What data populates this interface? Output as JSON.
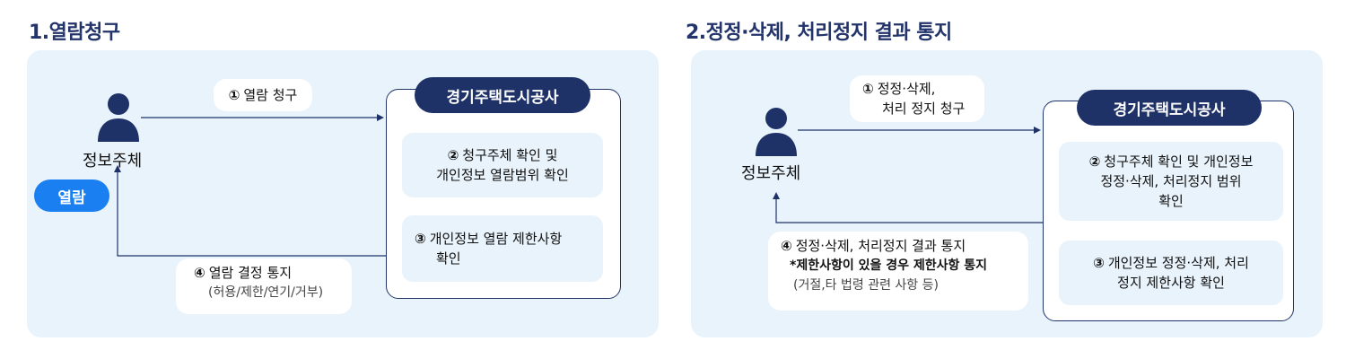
{
  "section1": {
    "title": "1.열람청구",
    "person_label": "정보주체",
    "badge": "열람",
    "org": "경기주택도시공사",
    "request": {
      "num": "①",
      "text": "열람 청구"
    },
    "step2": {
      "num": "②",
      "line1": "청구주체 확인 및",
      "line2": "개인정보 열람범위 확인"
    },
    "step3": {
      "num": "③",
      "line1": "개인정보 열람 제한사항",
      "line2": "확인"
    },
    "notice": {
      "num": "④",
      "line1": "열람 결정 통지",
      "line2": "(허용/제한/연기/거부)"
    }
  },
  "section2": {
    "title": "2.정정·삭제, 처리정지 결과 통지",
    "person_label": "정보주체",
    "org": "경기주택도시공사",
    "request": {
      "num": "①",
      "line1": "정정·삭제,",
      "line2": "처리 정지 청구"
    },
    "step2": {
      "num": "②",
      "line1": "청구주체 확인 및 개인정보",
      "line2": "정정·삭제, 처리정지 범위",
      "line3": "확인"
    },
    "step3": {
      "num": "③",
      "line1": "개인정보 정정·삭제, 처리",
      "line2": "정지 제한사항 확인"
    },
    "notice": {
      "num": "④",
      "line1": "정정·삭제, 처리정지 결과 통지",
      "line2": "*제한사항이 있을 경우 제한사항 통지",
      "line3": "(거절,타 법령 관련 사항 등)"
    }
  },
  "colors": {
    "navy": "#1f3268",
    "panel": "#e9f3fb",
    "badge": "#1a7ff0"
  },
  "icons": {
    "person": "person-icon",
    "down_arrow": "down-triangle-icon"
  }
}
